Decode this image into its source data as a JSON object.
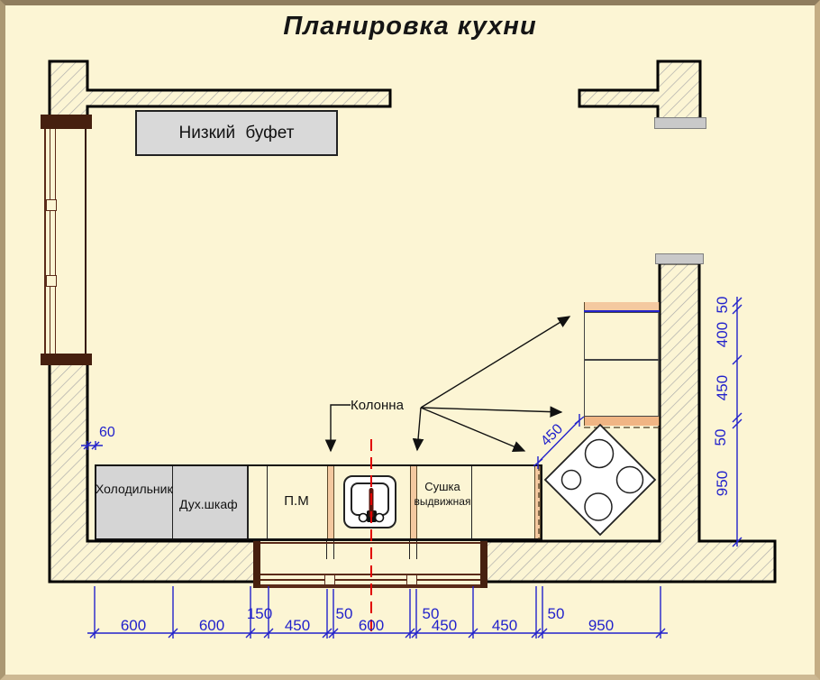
{
  "title": "Планировка кухни",
  "items": {
    "buffet": "Низкий буфет",
    "fridge": "Холодильник",
    "oven": "Дух.шкаф",
    "dishwasher": "П.М",
    "dryer_line1": "Сушка",
    "dryer_line2": "выдвижная",
    "column_label": "Колонна"
  },
  "dimensions": {
    "bottom": [
      "600",
      "600",
      "150",
      "450",
      "50",
      "600",
      "50",
      "450",
      "450",
      "50",
      "950"
    ],
    "right": [
      "50",
      "400",
      "450",
      "50",
      "950"
    ],
    "diagonal": "450",
    "wall_offset": "60"
  },
  "colors": {
    "background": "#fcf5d4",
    "dimension_blue": "#2222cb",
    "column_tan": "#f4c9a0",
    "cabinet_gray": "#d9d9d9",
    "centerline_red": "#e10000",
    "window_brown": "#46200f",
    "wall_hatch_gray": "#a8a8a8"
  }
}
